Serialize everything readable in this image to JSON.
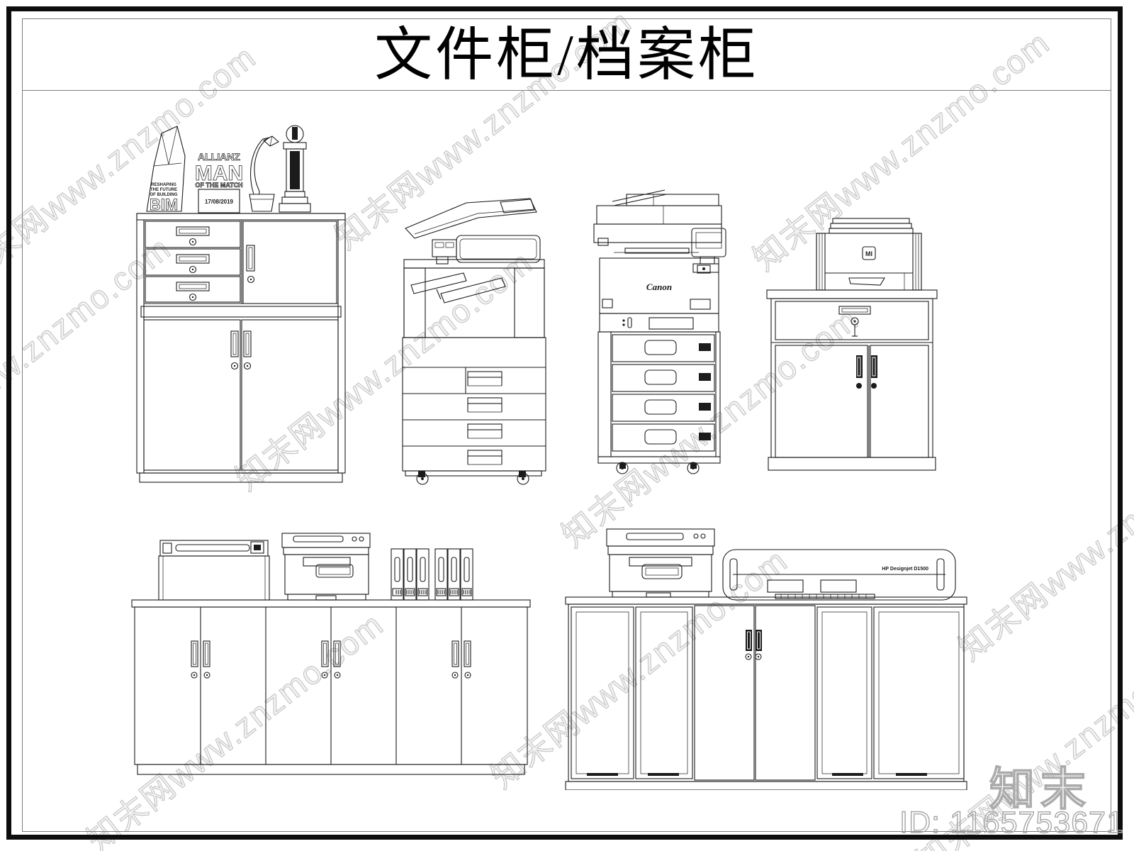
{
  "title": "文件柜/档案柜",
  "watermark": {
    "text": "知末网www.znzmo.com"
  },
  "corner": {
    "logo": "知末",
    "id": "ID: 1165753671"
  },
  "trophies": {
    "bim_line1": "RESHAPING",
    "bim_line2": "THE FUTURE",
    "bim_line3": "OF BUILDING",
    "bim": "BIM",
    "allianz": "ALLIANZ",
    "man": "MAN",
    "of_the_match": "OF THE MATCH",
    "date": "17/08/2019"
  },
  "brands": {
    "canon": "Canon",
    "mi": "MI",
    "hp": "HP Designjet D1500"
  }
}
